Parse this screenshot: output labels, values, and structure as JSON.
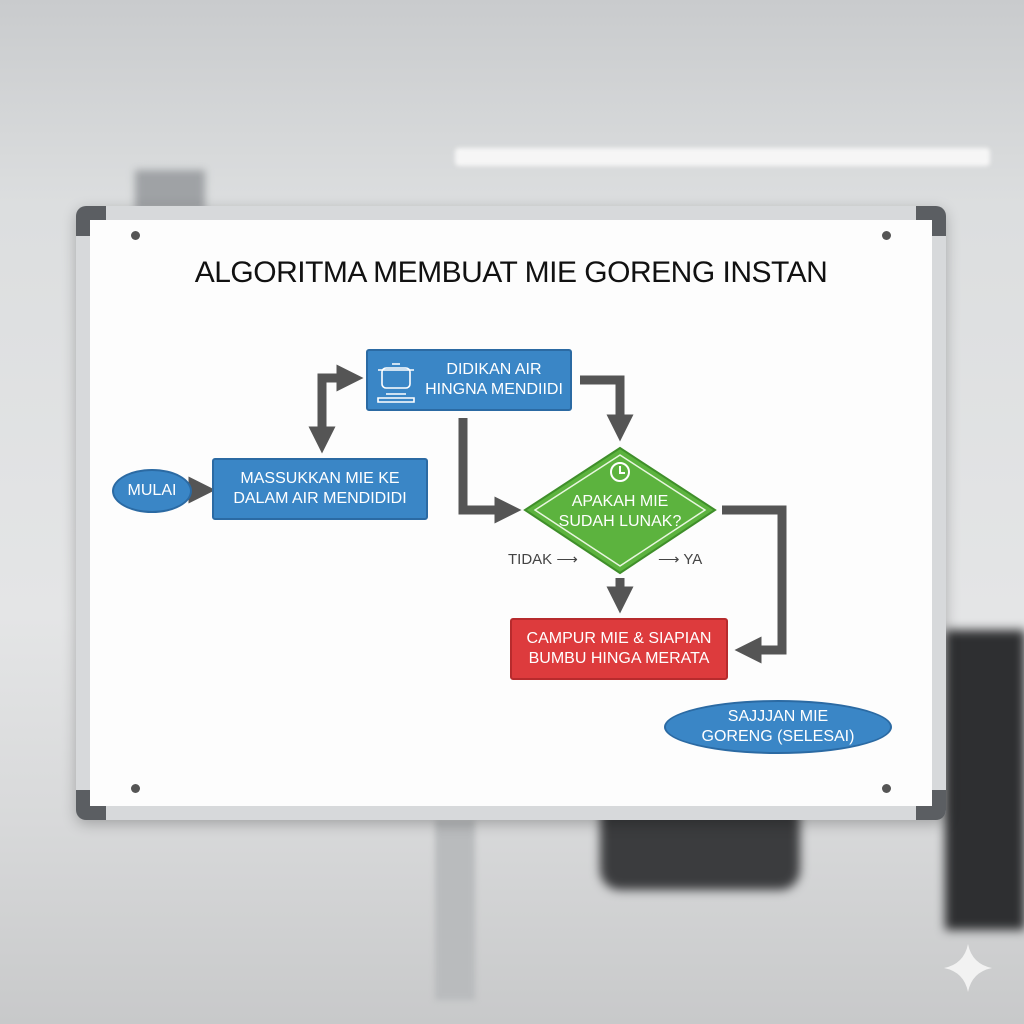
{
  "title": "ALGORITMA MEMBUAT MIE GORENG INSTAN",
  "nodes": {
    "start": "MULAI",
    "boil": "DIDIKAN AIR HINGNA MENDIIDI",
    "insert": "MASSUKKAN MIE KE DALAM AIR MENDIDIDI",
    "decision": "APAKAH MIE SUDAH LUNAK?",
    "mix": "CAMPUR MIE & SIAPIAN BUMBU HINGA MERATA",
    "end": "SAJJJAN MIE GORENG (SELESAI)"
  },
  "labels": {
    "no": "TIDAK ⟶",
    "yes": "⟶ YA"
  },
  "colors": {
    "process": "#3a86c6",
    "decision": "#5cb33e",
    "mix": "#dd3b3d",
    "arrow": "#555555"
  }
}
